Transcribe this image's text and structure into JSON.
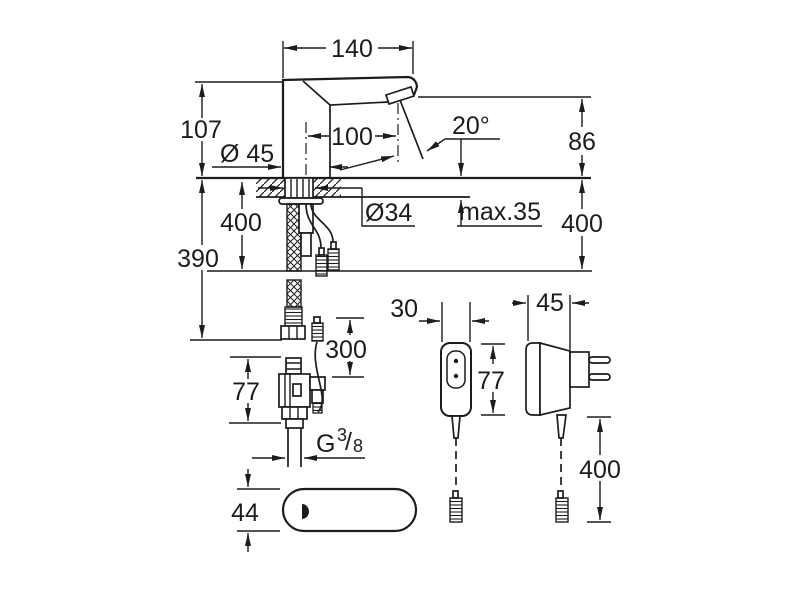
{
  "meta": {
    "drawing_type": "technical dimension drawing",
    "subject": "infrared electronic basin mixer with solenoid valve, control unit and plug-in power supply",
    "background_color": "#ffffff",
    "line_color": "#1c1c1c"
  },
  "faucet_view": {
    "overall_width": "140",
    "faucet_height": "107",
    "base_diameter": "Ø 45",
    "spout_reach": "100",
    "stream_angle": "20°",
    "outlet_height": "86",
    "shank_diameter": "Ø34",
    "max_thickness": "max.35",
    "below_deck_left": "400",
    "below_deck_right": "400",
    "hose_length": "390"
  },
  "valve_view": {
    "valve_height": "77",
    "valve_cable": "300",
    "thread_letter": "G",
    "thread_num": "3",
    "thread_slash": "/",
    "thread_den": "8"
  },
  "control_unit_view": {
    "unit_width": "30",
    "unit_height": "77"
  },
  "adapter_view": {
    "adapter_depth": "45",
    "adapter_cable": "400"
  },
  "top_view": {
    "body_width": "44"
  }
}
